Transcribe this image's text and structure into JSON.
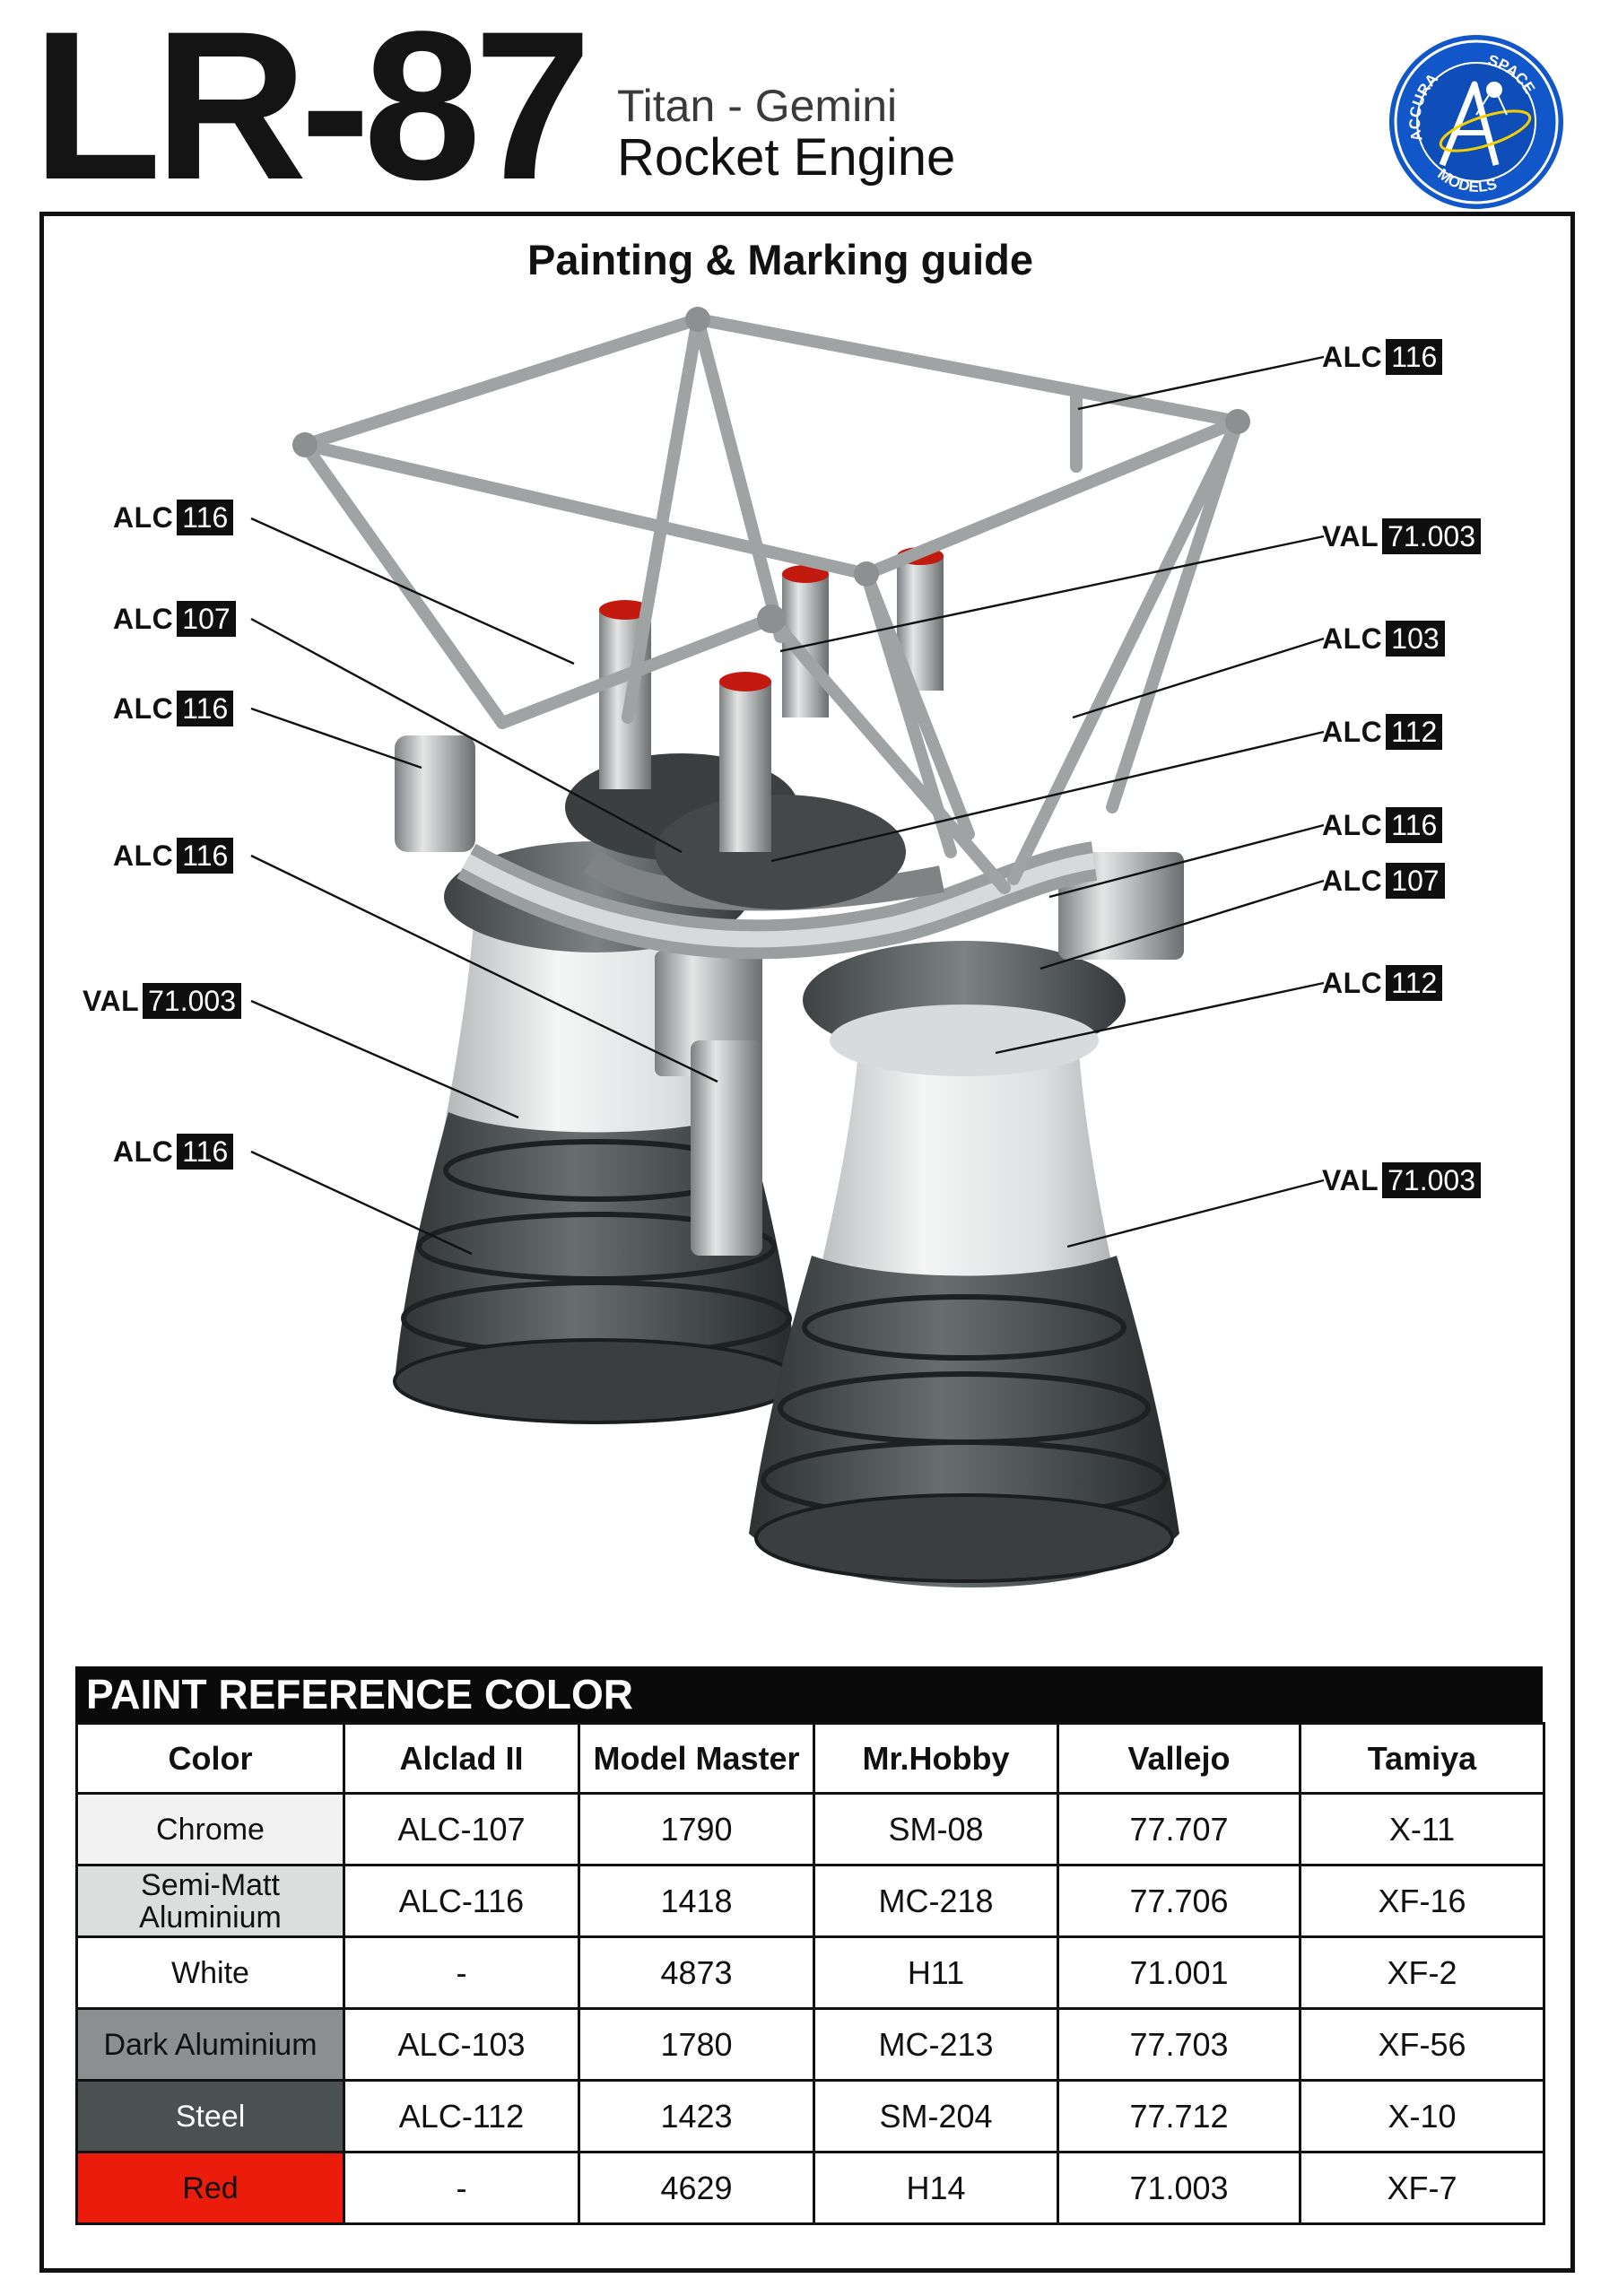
{
  "header": {
    "model": "LR-87",
    "subtitle_line1": "Titan - Gemini",
    "subtitle_line2": "Rocket Engine",
    "logo": {
      "icon": "accura-space-models-logo",
      "text": [
        "ACCURA",
        "SPACE",
        "MODELS"
      ]
    }
  },
  "guide_title": "Painting & Marking guide",
  "callouts": [
    {
      "brand": "ALC",
      "code": "116"
    },
    {
      "brand": "ALC",
      "code": "116"
    },
    {
      "brand": "ALC",
      "code": "107"
    },
    {
      "brand": "ALC",
      "code": "116"
    },
    {
      "brand": "ALC",
      "code": "116"
    },
    {
      "brand": "VAL",
      "code": "71.003"
    },
    {
      "brand": "ALC",
      "code": "116"
    },
    {
      "brand": "VAL",
      "code": "71.003"
    },
    {
      "brand": "ALC",
      "code": "103"
    },
    {
      "brand": "ALC",
      "code": "112"
    },
    {
      "brand": "ALC",
      "code": "116"
    },
    {
      "brand": "ALC",
      "code": "107"
    },
    {
      "brand": "ALC",
      "code": "112"
    },
    {
      "brand": "VAL",
      "code": "71.003"
    }
  ],
  "table": {
    "title": "PAINT REFERENCE COLOR",
    "headers": [
      "Color",
      "Alclad II",
      "Model Master",
      "Mr.Hobby",
      "Vallejo",
      "Tamiya"
    ],
    "rows": [
      {
        "color": "Chrome",
        "swatch": "#f2f2f2",
        "text_color": "#111111",
        "cells": [
          "ALC-107",
          "1790",
          "SM-08",
          "77.707",
          "X-11"
        ]
      },
      {
        "color": "Semi-Matt Aluminium",
        "swatch": "#dcdedd",
        "text_color": "#111111",
        "cells": [
          "ALC-116",
          "1418",
          "MC-218",
          "77.706",
          "XF-16"
        ]
      },
      {
        "color": "White",
        "swatch": "#ffffff",
        "text_color": "#111111",
        "cells": [
          "-",
          "4873",
          "H11",
          "71.001",
          "XF-2"
        ]
      },
      {
        "color": "Dark Aluminium",
        "swatch": "#8b8f8f",
        "text_color": "#111111",
        "cells": [
          "ALC-103",
          "1780",
          "MC-213",
          "77.703",
          "XF-56"
        ]
      },
      {
        "color": "Steel",
        "swatch": "#4b5150",
        "text_color": "#ffffff",
        "cells": [
          "ALC-112",
          "1423",
          "SM-204",
          "77.712",
          "X-10"
        ]
      },
      {
        "color": "Red",
        "swatch": "#ec1c0c",
        "text_color": "#111111",
        "cells": [
          "-",
          "4629",
          "H14",
          "71.003",
          "XF-7"
        ]
      }
    ]
  }
}
